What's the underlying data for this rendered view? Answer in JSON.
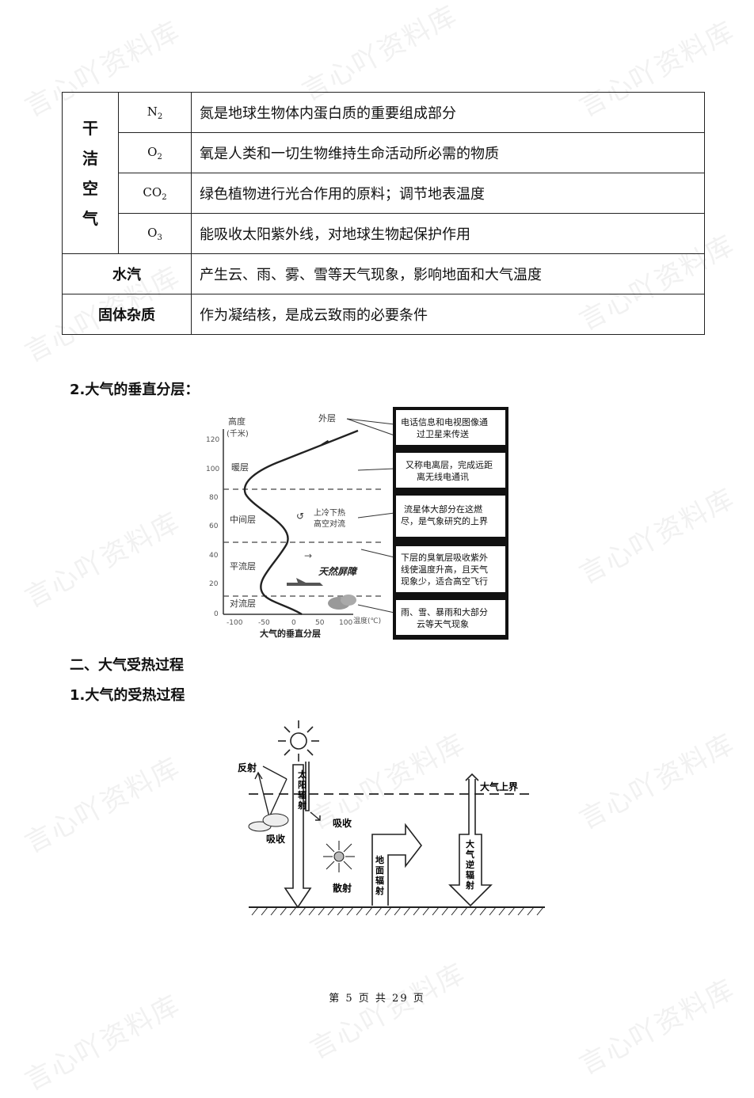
{
  "watermark": "言心吖资料库",
  "table": {
    "dry_air_label": [
      "干",
      "洁",
      "空",
      "气"
    ],
    "gas_rows": [
      {
        "gas": "N",
        "sub": "2",
        "desc": "氮是地球生物体内蛋白质的重要组成部分"
      },
      {
        "gas": "O",
        "sub": "2",
        "desc": "氧是人类和一切生物维持生命活动所必需的物质"
      },
      {
        "gas": "CO",
        "sub": "2",
        "desc": "绿色植物进行光合作用的原料；调节地表温度"
      },
      {
        "gas": "O",
        "sub": "3",
        "desc": "能吸收太阳紫外线，对地球生物起保护作用"
      }
    ],
    "other_rows": [
      {
        "name": "水汽",
        "desc": "产生云、雨、雾、雪等天气现象，影响地面和大气温度"
      },
      {
        "name": "固体杂质",
        "desc": "作为凝结核，是成云致雨的必要条件"
      }
    ]
  },
  "heading_vertical": "2.大气的垂直分层：",
  "vertical_figure": {
    "caption": "大气的垂直分层",
    "y_axis_title": "高度",
    "y_axis_unit": "(千米)",
    "y_ticks": [
      "120",
      "100",
      "80",
      "60",
      "40",
      "20",
      "0"
    ],
    "x_ticks": [
      "-100",
      "-50",
      "0",
      "50",
      "100"
    ],
    "x_axis_label": "温度(℃)",
    "layers": [
      "外层",
      "暖层",
      "中间层",
      "平流层",
      "对流层"
    ],
    "annotations": {
      "convection_high": "上冷下热\n高空对流",
      "barrier": "天然屏障"
    },
    "side_notes": [
      "电话信息和电视图像通\n过卫星来传送",
      "又称电离层，完成远距\n离无线电通讯",
      "流星体大部分在这燃\n尽，是气象研究的上界",
      "下层的臭氧层吸收紫外\n线使温度升高，且天气\n现象少，适合高空飞行",
      "雨、雪、暴雨和大部分\n云等天气现象"
    ]
  },
  "heading_section": "二、大气受热过程",
  "heading_heating": "1.大气的受热过程",
  "heating_figure": {
    "reflect": "反射",
    "solar_radiation": "太阳辐射",
    "absorb1": "吸收",
    "absorb2": "吸收",
    "scatter": "散射",
    "ground_radiation": "地面辐射",
    "top_of_atmosphere": "大气上界",
    "counter_radiation": "大气逆辐射"
  },
  "footer": "第 5 页 共 29 页"
}
